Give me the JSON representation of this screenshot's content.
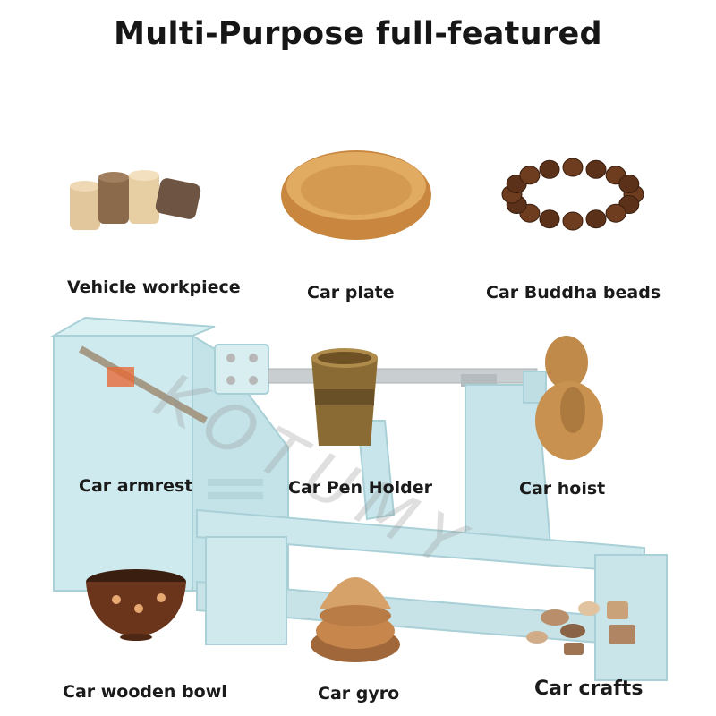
{
  "title": "Multi-Purpose full-featured",
  "watermark": "KOTUMY",
  "products": [
    {
      "label": "Vehicle workpiece"
    },
    {
      "label": "Car plate"
    },
    {
      "label": "Car Buddha beads"
    },
    {
      "label": "Car armrest"
    },
    {
      "label": "Car Pen Holder"
    },
    {
      "label": "Car hoist"
    },
    {
      "label": "Car wooden bowl"
    },
    {
      "label": "Car gyro"
    },
    {
      "label": "Car crafts"
    }
  ],
  "colors": {
    "lathe": "#cbe8ec",
    "lathe_edge": "#9ec9cf",
    "wood": "#c98d4a",
    "dark_wood": "#5b3119"
  }
}
